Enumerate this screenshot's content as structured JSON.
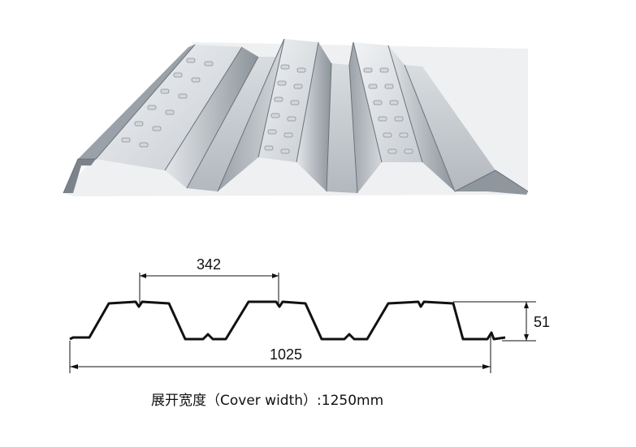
{
  "product_render": {
    "description_icon": "steel-floor-deck-icon",
    "colors": {
      "metal_light": "#e4e7ea",
      "metal_mid": "#b9bec4",
      "metal_dark": "#7c838b",
      "metal_shadow": "#5d646c",
      "hole": "#d7dbdf"
    }
  },
  "profile": {
    "dimensions": {
      "rib_pitch": "342",
      "cover_width": "1025",
      "rib_height": "51"
    }
  },
  "caption": {
    "text": "展开宽度（Cover width）:1250mm"
  }
}
